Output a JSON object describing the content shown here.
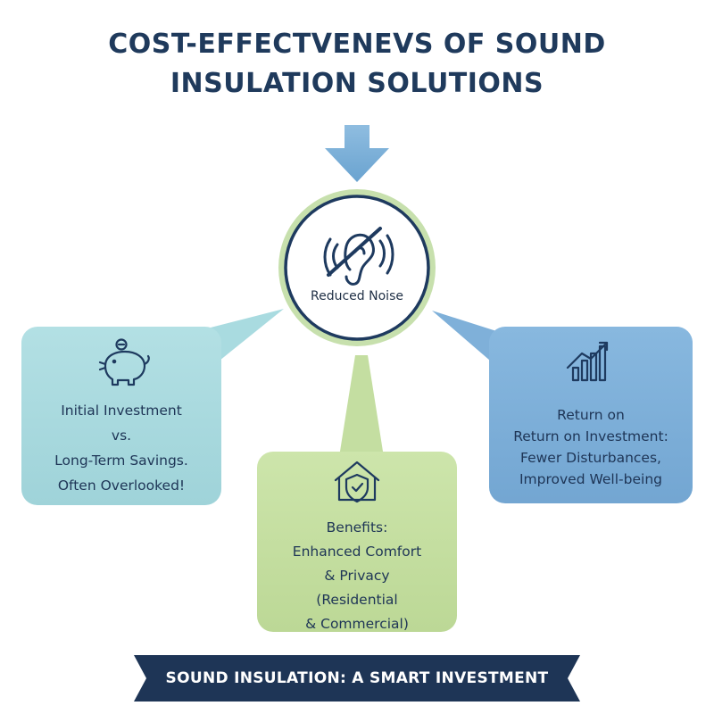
{
  "title": {
    "line1": "COST-EFFECTVENEVS OF SOUND",
    "line2": "INSULATION SOLUTIONS"
  },
  "hub": {
    "label": "Reduced Noise",
    "icon": "ear-muted-icon"
  },
  "left_card": {
    "icon": "piggy-bank-icon",
    "lines": [
      "Initial Investment",
      "vs.",
      "Long-Term Savings.",
      "Often Overlooked!"
    ]
  },
  "middle_card": {
    "icon": "house-shield-icon",
    "lines": [
      "Benefits:",
      "Enhanced Comfort",
      "& Privacy",
      "(Residential",
      "& Commercial)"
    ]
  },
  "right_card": {
    "icon": "growth-chart-icon",
    "lines": [
      "Return on",
      "Return on Investment:",
      "Fewer Disturbances,",
      "Improved Well-being"
    ]
  },
  "banner": {
    "label": "SOUND INSULATION: A SMART INVESTMENT"
  },
  "colors": {
    "title": "#1f3a5c",
    "arrow": "#7aaed6",
    "hub_ring": "#b8d89a",
    "hub_border": "#1e3a5f",
    "left_card": "#a9dbe0",
    "middle_card": "#c4dea1",
    "right_card": "#7fb0d9",
    "banner": "#1e3556"
  }
}
